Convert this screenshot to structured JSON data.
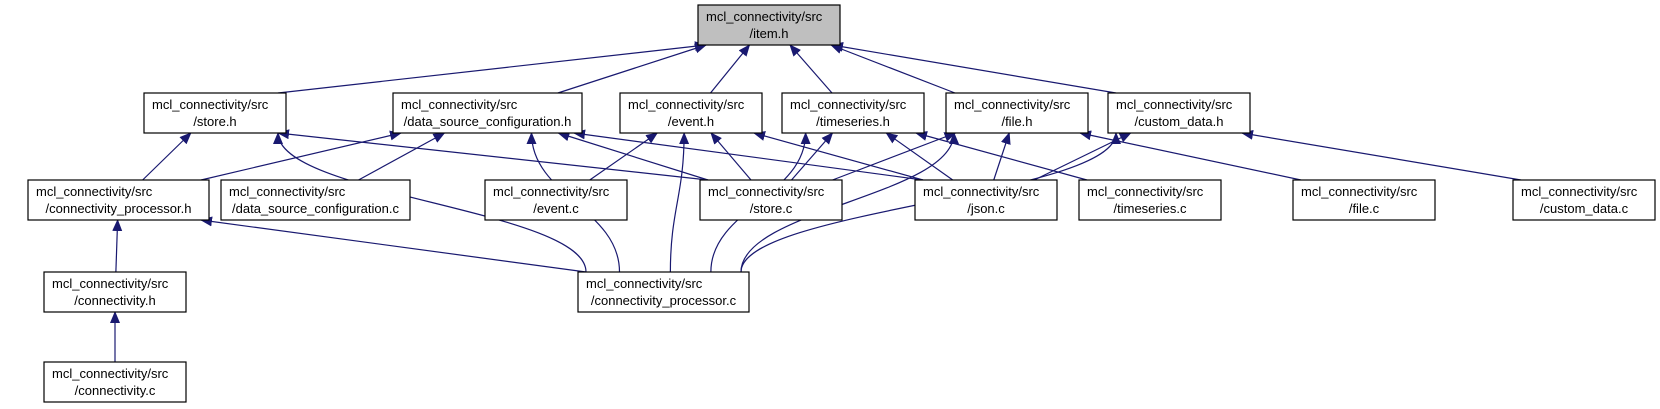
{
  "nodes": [
    {
      "id": "item_h",
      "line1": "mcl_connectivity/src",
      "line2": "/item.h",
      "root": true
    },
    {
      "id": "store_h",
      "line1": "mcl_connectivity/src",
      "line2": "/store.h"
    },
    {
      "id": "dsc_h",
      "line1": "mcl_connectivity/src",
      "line2": "/data_source_configuration.h"
    },
    {
      "id": "event_h",
      "line1": "mcl_connectivity/src",
      "line2": "/event.h"
    },
    {
      "id": "timeseries_h",
      "line1": "mcl_connectivity/src",
      "line2": "/timeseries.h"
    },
    {
      "id": "file_h",
      "line1": "mcl_connectivity/src",
      "line2": "/file.h"
    },
    {
      "id": "custom_data_h",
      "line1": "mcl_connectivity/src",
      "line2": "/custom_data.h"
    },
    {
      "id": "cp_h",
      "line1": "mcl_connectivity/src",
      "line2": "/connectivity_processor.h"
    },
    {
      "id": "dsc_c",
      "line1": "mcl_connectivity/src",
      "line2": "/data_source_configuration.c"
    },
    {
      "id": "event_c",
      "line1": "mcl_connectivity/src",
      "line2": "/event.c"
    },
    {
      "id": "store_c",
      "line1": "mcl_connectivity/src",
      "line2": "/store.c"
    },
    {
      "id": "json_c",
      "line1": "mcl_connectivity/src",
      "line2": "/json.c"
    },
    {
      "id": "timeseries_c",
      "line1": "mcl_connectivity/src",
      "line2": "/timeseries.c"
    },
    {
      "id": "file_c",
      "line1": "mcl_connectivity/src",
      "line2": "/file.c"
    },
    {
      "id": "custom_data_c",
      "line1": "mcl_connectivity/src",
      "line2": "/custom_data.c"
    },
    {
      "id": "connectivity_h",
      "line1": "mcl_connectivity/src",
      "line2": "/connectivity.h"
    },
    {
      "id": "cp_c",
      "line1": "mcl_connectivity/src",
      "line2": "/connectivity_processor.c"
    },
    {
      "id": "connectivity_c",
      "line1": "mcl_connectivity/src",
      "line2": "/connectivity.c"
    }
  ],
  "edges": [
    {
      "from": "store_h",
      "to": "item_h"
    },
    {
      "from": "dsc_h",
      "to": "item_h"
    },
    {
      "from": "event_h",
      "to": "item_h"
    },
    {
      "from": "timeseries_h",
      "to": "item_h"
    },
    {
      "from": "file_h",
      "to": "item_h"
    },
    {
      "from": "custom_data_h",
      "to": "item_h"
    },
    {
      "from": "cp_h",
      "to": "store_h"
    },
    {
      "from": "store_c",
      "to": "store_h"
    },
    {
      "from": "cp_c",
      "to": "store_h"
    },
    {
      "from": "cp_h",
      "to": "dsc_h"
    },
    {
      "from": "dsc_c",
      "to": "dsc_h"
    },
    {
      "from": "store_c",
      "to": "dsc_h"
    },
    {
      "from": "json_c",
      "to": "dsc_h"
    },
    {
      "from": "cp_c",
      "to": "dsc_h"
    },
    {
      "from": "event_c",
      "to": "event_h"
    },
    {
      "from": "store_c",
      "to": "event_h"
    },
    {
      "from": "json_c",
      "to": "event_h"
    },
    {
      "from": "cp_c",
      "to": "event_h"
    },
    {
      "from": "store_c",
      "to": "timeseries_h"
    },
    {
      "from": "json_c",
      "to": "timeseries_h"
    },
    {
      "from": "timeseries_c",
      "to": "timeseries_h"
    },
    {
      "from": "cp_c",
      "to": "timeseries_h"
    },
    {
      "from": "store_c",
      "to": "file_h"
    },
    {
      "from": "json_c",
      "to": "file_h"
    },
    {
      "from": "file_c",
      "to": "file_h"
    },
    {
      "from": "cp_c",
      "to": "file_h"
    },
    {
      "from": "json_c",
      "to": "custom_data_h"
    },
    {
      "from": "custom_data_c",
      "to": "custom_data_h"
    },
    {
      "from": "cp_c",
      "to": "custom_data_h"
    },
    {
      "from": "connectivity_h",
      "to": "cp_h"
    },
    {
      "from": "cp_c",
      "to": "cp_h"
    },
    {
      "from": "connectivity_c",
      "to": "connectivity_h"
    }
  ]
}
